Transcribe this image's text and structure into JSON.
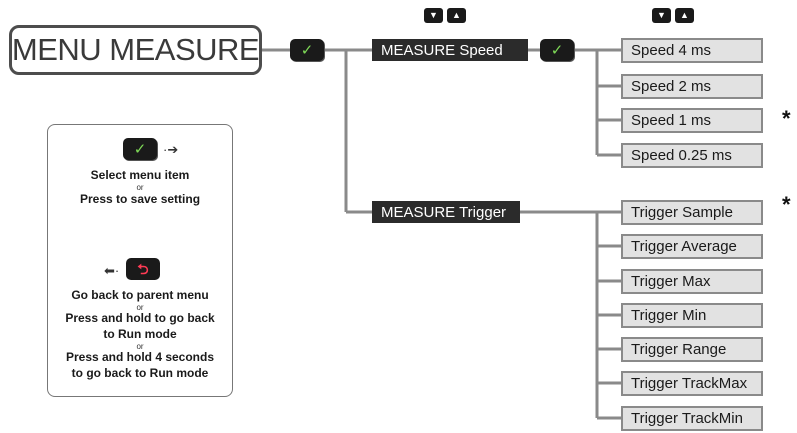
{
  "title": "MENU MEASURE",
  "icons": {
    "ok": "check-icon",
    "back": "back-arrow-icon",
    "nav_down": "chevron-down-icon",
    "nav_up": "chevron-up-icon"
  },
  "colors": {
    "button_bg": "#1a1a1a",
    "check_green": "#7ed957",
    "back_red": "#ff3b55",
    "connector_gray": "#8a8a8a",
    "option_fill": "#e2e2e2",
    "menu_item_dark": "#2b2b2b"
  },
  "menu_items": [
    {
      "label": "MEASURE Speed"
    },
    {
      "label": "MEASURE Trigger"
    }
  ],
  "speed_options": [
    {
      "label": "Speed 4 ms",
      "default": false
    },
    {
      "label": "Speed 2 ms",
      "default": false
    },
    {
      "label": "Speed 1 ms",
      "default": true
    },
    {
      "label": "Speed 0.25 ms",
      "default": false
    }
  ],
  "trigger_options": [
    {
      "label": "Trigger Sample",
      "default": true
    },
    {
      "label": "Trigger Average",
      "default": false
    },
    {
      "label": "Trigger Max",
      "default": false
    },
    {
      "label": "Trigger Min",
      "default": false
    },
    {
      "label": "Trigger Range",
      "default": false
    },
    {
      "label": "Trigger TrackMax",
      "default": false
    },
    {
      "label": "Trigger TrackMin",
      "default": false
    }
  ],
  "default_marker": "*",
  "legend": {
    "select_line1": "Select menu item",
    "or": "or",
    "select_line2": "Press to save setting",
    "back_line1": "Go back to parent menu",
    "back_line2": "Press and hold to go back",
    "back_line3": "to Run mode",
    "back_line4": "Press and hold 4 seconds",
    "back_line5": "to go back to Run mode"
  }
}
